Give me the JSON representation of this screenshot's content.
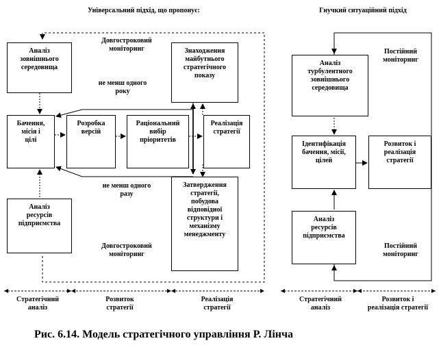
{
  "headers": {
    "universal": "Універсальний підхід, що пропонує:",
    "flexible": "Гнучкий ситуаційний підхід"
  },
  "left": {
    "boxes": {
      "env": "Аналіз\nзовнішнього\nсередовища",
      "vision": "Бачення,\nмісія і\nцілі",
      "dev": "Розробка\nверсій",
      "rational": "Раціональний\nвибір\nпріоритетів",
      "impl": "Реалізація\nстратегії",
      "future": "Знаходження\nмайбутнього\nстратегічного\nпоказу",
      "approve": "Затвердження\nстратегії,\nпобудова\nвідповідної\nструктури і\nмеханізму\nменеджменту",
      "resources": "Аналіз\nресурсів\nпідприємства"
    },
    "labels": {
      "monitor_top": "Довгостроковий\nмоніторинг",
      "monitor_bottom": "Довгостроковий\nмоніторинг",
      "freq_top": "не менш одного\nроку",
      "freq_bottom": "не менш одного\nразу"
    },
    "phases": [
      "Стратегічний\nаналіз",
      "Розвиток\nстратегії",
      "Реалізація\nстратегії"
    ]
  },
  "right": {
    "boxes": {
      "turbulent": "Аналіз\nтурбулентного\nзовнішнього\nсередовища",
      "identify": "Ідентифікація\nбачення, місії,\nцілей",
      "develop": "Розвиток і\nреалізація\nстратегії",
      "resources": "Аналіз\nресурсів\nпідприємства"
    },
    "labels": {
      "monitor_top": "Постійний\nмоніторинг",
      "monitor_bottom": "Постійний\nмоніторинг"
    },
    "phases": [
      "Стратегічний\nаналіз",
      "Розвиток і\nреалізація стратегії"
    ]
  },
  "caption": "Рис. 6.14. Модель стратегічного управління Р. Лінча"
}
